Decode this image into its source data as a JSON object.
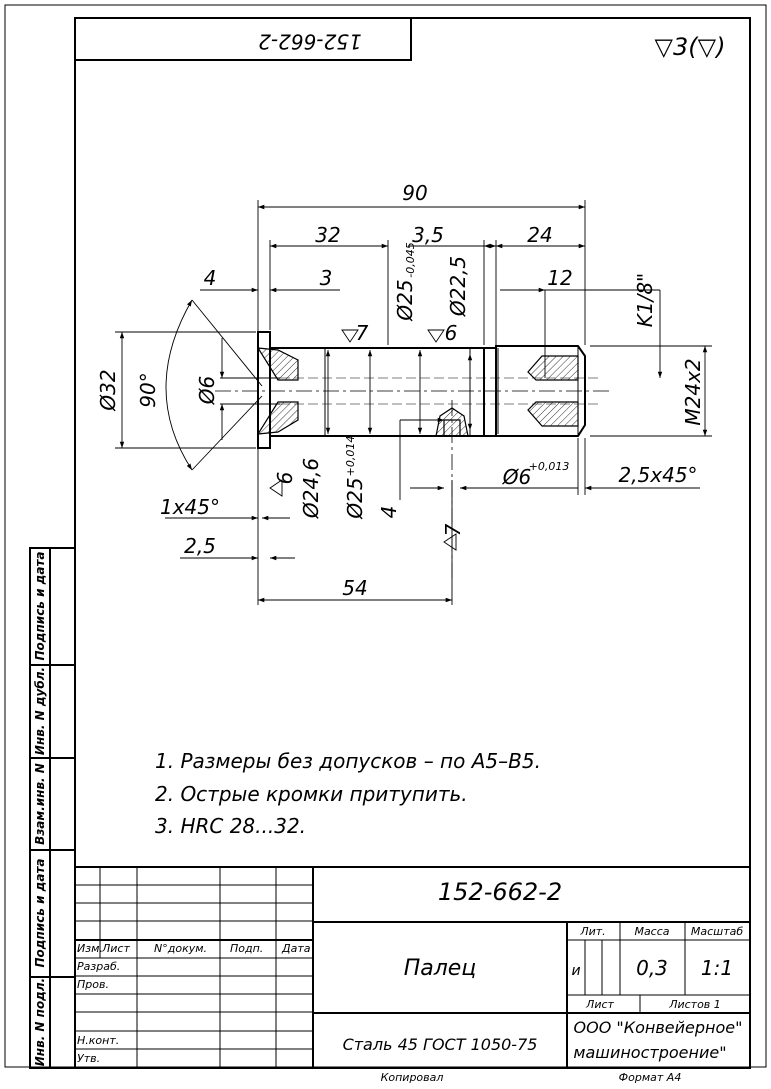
{
  "drawing_number": "152-662-2",
  "roughness_symbol": "▽3(▽)",
  "dimensions": {
    "d90": "90",
    "d32": "32",
    "d3_5": "3,5",
    "d24": "24",
    "d4": "4",
    "d3": "3",
    "d12": "12",
    "k18": "K1/8\"",
    "d25_sym": "Ø25",
    "d25_tol": "-0,045",
    "d22_5": "Ø22,5",
    "rough7_a": "7",
    "rough6_a": "6",
    "d32_dia": "Ø32",
    "ang90": "90°",
    "d6": "Ø6",
    "m24": "M24x2",
    "d24_6": "Ø24,6",
    "d25b_sym": "Ø25",
    "d25b_tol": "+0,014",
    "rough6_b": "6",
    "d4b": "4",
    "rough7_b": "7",
    "d6b_sym": "Ø6",
    "d6b_tol": "+0,013",
    "chamfer1": "1x45°",
    "chamfer2": "2,5x45°",
    "d2_5": "2,5",
    "d54": "54"
  },
  "notes": [
    "1. Размеры без допусков – по А5–В5.",
    "2. Острые кромки притупить.",
    "3. HRC 28...32."
  ],
  "side_labels": [
    "Подпись и дата",
    "Инв. N дубл.",
    "Взам.инв. N",
    "Подпись и дата",
    "Инв. N подл."
  ],
  "title_block": {
    "code": "152-662-2",
    "name": "Палец",
    "material": "Сталь 45 ГОСТ 1050-75",
    "company_line1": "ООО \"Конвейерное\"",
    "company_line2": "машиностроение\"",
    "lit_label": "Лит.",
    "mass_label": "Масса",
    "scale_label": "Масштаб",
    "lit_value": "и",
    "mass_value": "0,3",
    "scale_value": "1:1",
    "sheet_label": "Лист",
    "sheets_label": "Листов 1",
    "col_izm": "Изм.",
    "col_list": "Лист",
    "col_doc": "N°докум.",
    "col_sign": "Подп.",
    "col_date": "Дата",
    "row_razrab": "Разраб.",
    "row_prov": "Пров.",
    "row_nkont": "Н.конт.",
    "row_utv": "Утв."
  },
  "footer": {
    "copied": "Копировал",
    "format": "Формат А4"
  }
}
